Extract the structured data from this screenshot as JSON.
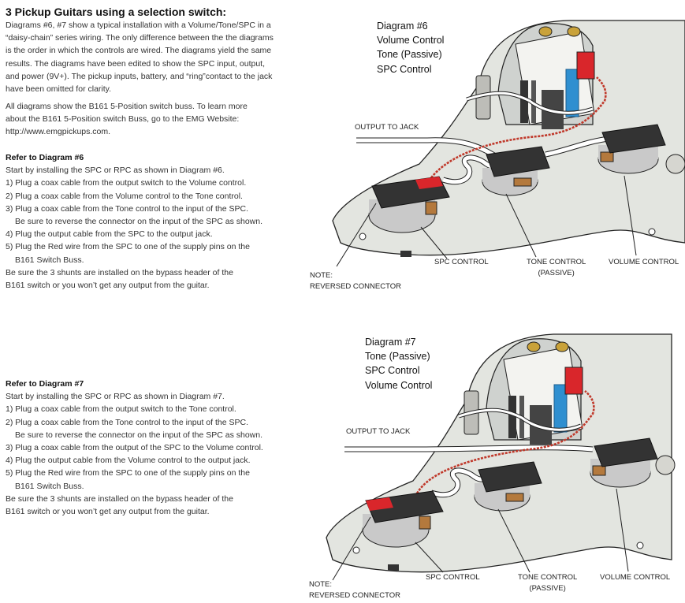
{
  "page": {
    "heading": "3 Pickup Guitars using a selection switch:",
    "intro": [
      "Diagrams #6, #7 show a typical installation with a Volume/Tone/SPC in a",
      "“daisy-chain” series wiring. The only difference between the the diagrams",
      "is the order in which the controls are wired. The diagrams yield the same",
      "results. The diagrams have been edited to show the SPC input, output,",
      "and power (9V+). The pickup inputs, battery, and “ring”contact to the jack",
      "have been omitted for clarity."
    ],
    "buss_note": [
      "All diagrams show the B161 5-Position switch buss. To learn more",
      "about the B161 5-Position switch Buss, go to the EMG Website:",
      "http://www.emgpickups.com."
    ]
  },
  "section6": {
    "title": "Refer to Diagram #6",
    "lines": [
      {
        "text": "Start by installing the SPC or RPC as shown in Diagram #6.",
        "indent": false
      },
      {
        "text": "1) Plug a coax cable from the output switch to the Volume control.",
        "indent": false
      },
      {
        "text": "2) Plug a coax cable from the Volume control to the Tone control.",
        "indent": false
      },
      {
        "text": "3) Plug a coax cable from the Tone control to the input of the SPC.",
        "indent": false
      },
      {
        "text": "Be sure to reverse the connector on the input of the SPC as shown.",
        "indent": true
      },
      {
        "text": "4) Plug the output cable from the SPC to the output jack.",
        "indent": false
      },
      {
        "text": "5) Plug the Red wire from the SPC to one of the supply pins on the",
        "indent": false
      },
      {
        "text": "B161 Switch Buss.",
        "indent": true
      },
      {
        "text": "Be sure the 3 shunts are installed on the bypass header of the",
        "indent": false
      },
      {
        "text": "B161 switch or you won’t get any output from the guitar.",
        "indent": false
      }
    ]
  },
  "section7": {
    "title": "Refer to Diagram #7",
    "lines": [
      {
        "text": "Start by installing the SPC or RPC as shown in Diagram #7.",
        "indent": false
      },
      {
        "text": "1) Plug a coax cable from the output switch to the Tone control.",
        "indent": false
      },
      {
        "text": "2) Plug a coax cable from the Tone control to the input of the SPC.",
        "indent": false
      },
      {
        "text": "Be sure to reverse the connector on the input of the SPC as shown.",
        "indent": true
      },
      {
        "text": "3) Plug a coax cable from the output of the SPC to the Volume control.",
        "indent": false
      },
      {
        "text": "4) Plug the output cable from the Volume control to the output jack.",
        "indent": false
      },
      {
        "text": "5) Plug the Red wire from the SPC to one of the supply pins on the",
        "indent": false
      },
      {
        "text": "B161 Switch Buss.",
        "indent": true
      },
      {
        "text": "Be sure the 3 shunts are installed on the bypass header of the",
        "indent": false
      },
      {
        "text": "B161 switch or you won’t get any output from the guitar.",
        "indent": false
      }
    ]
  },
  "diagram6": {
    "labels": [
      "Diagram #6",
      "Volume Control",
      "Tone (Passive)",
      "SPC Control"
    ],
    "output_to_jack": "OUTPUT TO JACK",
    "spc_control": "SPC CONTROL",
    "tone_control": [
      "TONE CONTROL",
      "(PASSIVE)"
    ],
    "volume_control": "VOLUME CONTROL",
    "note": [
      "NOTE:",
      "REVERSED CONNECTOR"
    ]
  },
  "diagram7": {
    "labels": [
      "Diagram #7",
      "Tone (Passive)",
      "SPC Control",
      "Volume Control"
    ],
    "output_to_jack": "OUTPUT TO JACK",
    "spc_control": "SPC CONTROL",
    "tone_control": [
      "TONE CONTROL",
      "(PASSIVE)"
    ],
    "volume_control": "VOLUME CONTROL",
    "note": [
      "NOTE:",
      "REVERSED CONNECTOR"
    ]
  },
  "colors": {
    "pickguard": "#e3e5e0",
    "outline": "#222222",
    "red_wire": "#c0392b",
    "shunt_blue": "#2f8fd0",
    "connector_red": "#d9262b",
    "pot_brass": "#b4793d",
    "pot_body": "#c9c9c9"
  }
}
